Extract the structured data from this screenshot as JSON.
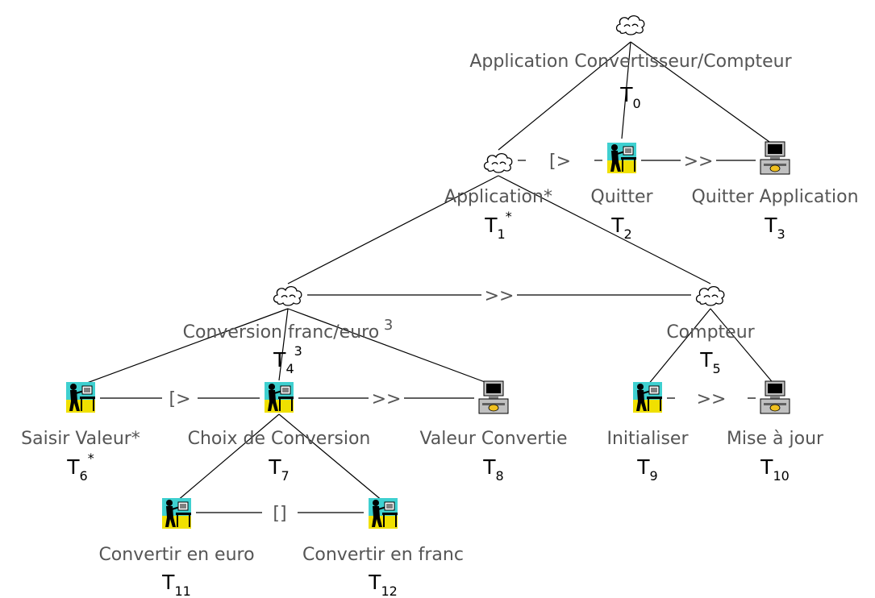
{
  "colors": {
    "text": "#555555",
    "id_text": "#000000",
    "user_bg_sky": "#3fd0d0",
    "user_bg_floor": "#f0e000",
    "computer_screen": "#000000",
    "computer_body": "#c0c0c0",
    "computer_disk": "#f0c020"
  },
  "nodes": [
    {
      "key": "T0",
      "label": "Application Convertisseur/Compteur",
      "id_main": "T",
      "id_sub": "0",
      "id_sup": "",
      "label_sup": "",
      "icon": "cloud-icon"
    },
    {
      "key": "T1",
      "label": "Application*",
      "id_main": "T",
      "id_sub": "1",
      "id_sup": "*",
      "label_sup": "",
      "icon": "cloud-icon"
    },
    {
      "key": "T2",
      "label": "Quitter",
      "id_main": "T",
      "id_sub": "2",
      "id_sup": "",
      "label_sup": "",
      "icon": "user-icon"
    },
    {
      "key": "T3",
      "label": "Quitter Application",
      "id_main": "T",
      "id_sub": "3",
      "id_sup": "",
      "label_sup": "",
      "icon": "computer-icon"
    },
    {
      "key": "T4",
      "label": "Conversion franc/euro",
      "id_main": "T",
      "id_sub": "4",
      "id_sup": "3",
      "label_sup": "3",
      "icon": "cloud-icon"
    },
    {
      "key": "T5",
      "label": "Compteur",
      "id_main": "T",
      "id_sub": "5",
      "id_sup": "",
      "label_sup": "",
      "icon": "cloud-icon"
    },
    {
      "key": "T6",
      "label": "Saisir Valeur*",
      "id_main": "T",
      "id_sub": "6",
      "id_sup": "*",
      "label_sup": "",
      "icon": "user-icon"
    },
    {
      "key": "T7",
      "label": "Choix de Conversion",
      "id_main": "T",
      "id_sub": "7",
      "id_sup": "",
      "label_sup": "",
      "icon": "user-icon"
    },
    {
      "key": "T8",
      "label": "Valeur Convertie",
      "id_main": "T",
      "id_sub": "8",
      "id_sup": "",
      "label_sup": "",
      "icon": "computer-icon"
    },
    {
      "key": "T9",
      "label": "Initialiser",
      "id_main": "T",
      "id_sub": "9",
      "id_sup": "",
      "label_sup": "",
      "icon": "user-icon"
    },
    {
      "key": "T10",
      "label": "Mise à jour",
      "id_main": "T",
      "id_sub": "10",
      "id_sup": "",
      "label_sup": "",
      "icon": "computer-icon"
    },
    {
      "key": "T11",
      "label": "Convertir en euro",
      "id_main": "T",
      "id_sub": "11",
      "id_sup": "",
      "label_sup": "",
      "icon": "user-icon"
    },
    {
      "key": "T12",
      "label": "Convertir en franc",
      "id_main": "T",
      "id_sub": "12",
      "id_sup": "",
      "label_sup": "",
      "icon": "user-icon"
    }
  ],
  "edges": [
    {
      "parent": "T0",
      "child": "T1"
    },
    {
      "parent": "T0",
      "child": "T2"
    },
    {
      "parent": "T0",
      "child": "T3"
    },
    {
      "parent": "T1",
      "child": "T4"
    },
    {
      "parent": "T1",
      "child": "T5"
    },
    {
      "parent": "T4",
      "child": "T6"
    },
    {
      "parent": "T4",
      "child": "T7"
    },
    {
      "parent": "T4",
      "child": "T8"
    },
    {
      "parent": "T5",
      "child": "T9"
    },
    {
      "parent": "T5",
      "child": "T10"
    },
    {
      "parent": "T7",
      "child": "T11"
    },
    {
      "parent": "T7",
      "child": "T12"
    }
  ],
  "operators": [
    {
      "from": "T1",
      "to": "T2",
      "symbol": "[>",
      "style": "short"
    },
    {
      "from": "T2",
      "to": "T3",
      "symbol": ">>",
      "style": "long"
    },
    {
      "from": "T4",
      "to": "T5",
      "symbol": ">>",
      "style": "long"
    },
    {
      "from": "T6",
      "to": "T7",
      "symbol": "[>",
      "style": "long"
    },
    {
      "from": "T7",
      "to": "T8",
      "symbol": ">>",
      "style": "long"
    },
    {
      "from": "T9",
      "to": "T10",
      "symbol": ">>",
      "style": "short"
    },
    {
      "from": "T11",
      "to": "T12",
      "symbol": "[]",
      "style": "long"
    }
  ]
}
